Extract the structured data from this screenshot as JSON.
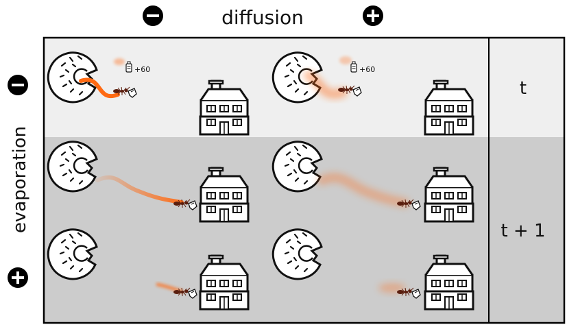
{
  "top_axis": {
    "label": "diffusion",
    "minus_icon": "minus-circle-icon",
    "plus_icon": "plus-circle-icon"
  },
  "left_axis": {
    "label": "evaporation",
    "minus_icon": "minus-circle-icon",
    "plus_icon": "plus-circle-icon"
  },
  "time_labels": {
    "t": "t",
    "t_plus_1": "t + 1"
  },
  "spray_amount": "+60",
  "colors": {
    "pheromone": "#ff6a13",
    "row_t_bg": "#efefef",
    "row_t1_bg": "#cccccc",
    "border": "#000000"
  },
  "icons": [
    "donut-icon",
    "house-icon",
    "ant-icon",
    "spray-can-icon",
    "minus-circle-icon",
    "plus-circle-icon"
  ]
}
